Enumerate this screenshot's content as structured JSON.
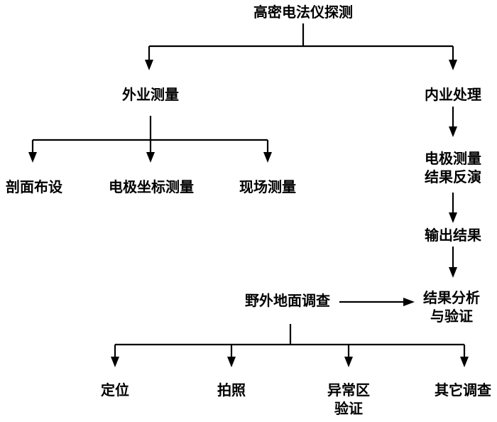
{
  "flowchart": {
    "root": "高密电法仪探测",
    "field": {
      "title": "外业测量",
      "children": [
        "剖面布设",
        "电极坐标测量",
        "现场测量"
      ]
    },
    "office": {
      "title": "内业处理",
      "inversion": [
        "电极测量",
        "结果反演"
      ],
      "output": "输出结果",
      "analysis": [
        "结果分析",
        "与验证"
      ]
    },
    "survey": {
      "title": "野外地面调查",
      "children": {
        "positioning": "定位",
        "photo": "拍照",
        "anomaly": [
          "异常区",
          "验证"
        ],
        "other": "其它调查"
      }
    }
  }
}
